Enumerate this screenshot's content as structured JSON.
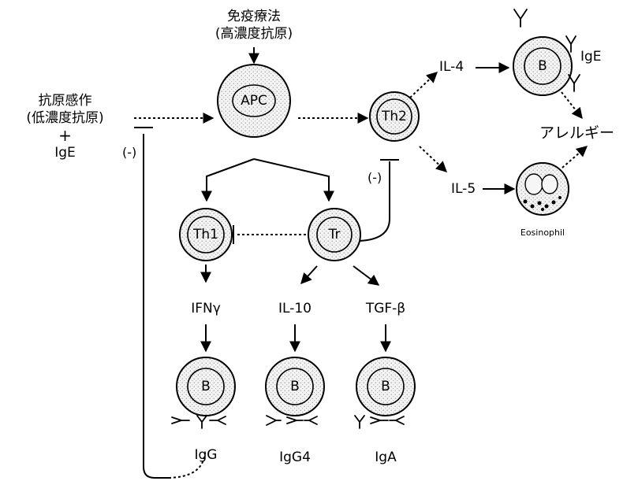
{
  "diagram": {
    "input": {
      "line1": "抗原感作",
      "line2": "(低濃度抗原)",
      "plus": "+",
      "line3": "IgE"
    },
    "immunotherapy": {
      "line1": "免疫療法",
      "line2": "(高濃度抗原)"
    },
    "cells": {
      "apc": "APC",
      "th2": "Th2",
      "th1": "Th1",
      "tr": "Tr",
      "b_ige": "B",
      "b_igg": "B",
      "b_igg4": "B",
      "b_iga": "B"
    },
    "cytokines": {
      "il4": "IL-4",
      "il5": "IL-5",
      "ifng": "IFNγ",
      "il10": "IL-10",
      "tgfb": "TGF-β"
    },
    "antibodies": {
      "ige": "IgE",
      "igg": "IgG",
      "igg4": "IgG4",
      "iga": "IgA"
    },
    "outcomes": {
      "allergy": "アレルギー",
      "eosinophil": "Eosinophil"
    },
    "inhibition_marks": {
      "left": "(-)",
      "th2": "(-)"
    }
  }
}
